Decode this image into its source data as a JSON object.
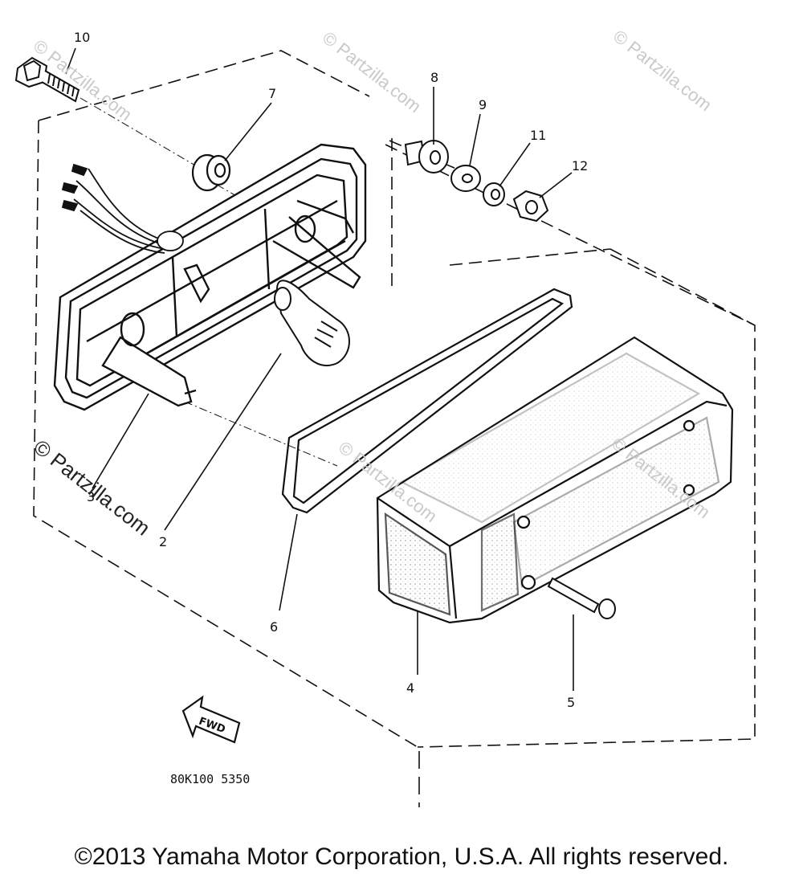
{
  "callouts": [
    "10",
    "7",
    "8",
    "9",
    "11",
    "12",
    "3",
    "2",
    "6",
    "4",
    "5"
  ],
  "watermark": "© Partzilla.com",
  "fwd_label": "FWD",
  "drawing_code": "80K100 5350",
  "copyright": "©2013 Yamaha Motor Corporation, U.S.A. All rights reserved.",
  "line_color": "#111111",
  "watermark_color": "#c9c9c9"
}
